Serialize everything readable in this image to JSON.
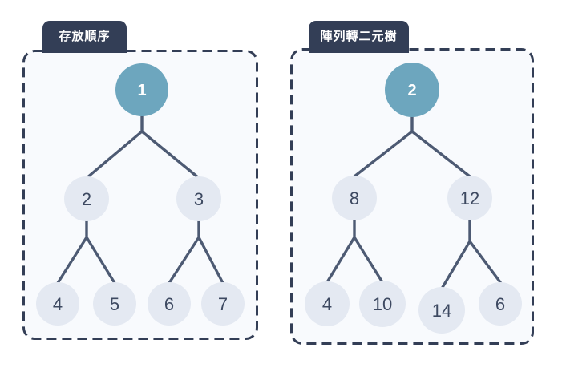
{
  "colors": {
    "navy": "#333e56",
    "edge": "#4d5a73",
    "root_fill": "#6da6be",
    "node_fill": "#e4e9f2",
    "node_text": "#3d4961",
    "panel_bg": "#f8fafd",
    "page_bg": "#ffffff"
  },
  "panels": [
    {
      "label": "存放順序",
      "nodes": {
        "root": "1",
        "level1": [
          "2",
          "3"
        ],
        "level2": [
          "4",
          "5",
          "6",
          "7"
        ]
      }
    },
    {
      "label": "陣列轉二元樹",
      "nodes": {
        "root": "2",
        "level1": [
          "8",
          "12"
        ],
        "level2": [
          "4",
          "10",
          "14",
          "6"
        ]
      }
    }
  ]
}
